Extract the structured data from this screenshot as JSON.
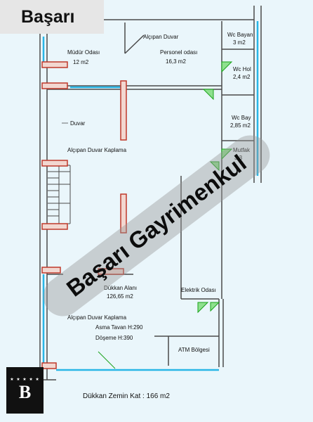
{
  "brand": {
    "name": "Başarı",
    "logo_letter": "B",
    "logo_stars": "★ ★ ★ ★ ★"
  },
  "watermark": {
    "text": "Başarı Gayrimenkul"
  },
  "floor_total": "Dükkan Zemin Kat : 166 m2",
  "rooms": {
    "mudur": {
      "name": "Müdür Odası",
      "area": "12 m2"
    },
    "personel": {
      "name": "Personel odası",
      "area": "16,3 m2"
    },
    "wc_bayan": {
      "name": "Wc Bayan",
      "area": "3 m2"
    },
    "wc_hol": {
      "name": "Wc Hol",
      "area": "2,4 m2"
    },
    "wc_bay": {
      "name": "Wc Bay",
      "area": "2,85 m2"
    },
    "mutfak": {
      "name": "Mutfak",
      "area": "3,3"
    },
    "dukkan": {
      "name": "Dükkan Alanı",
      "area": "126,65 m2"
    },
    "elektrik": {
      "name": "Elektrik Odası"
    },
    "atm": {
      "name": "ATM Bölgesi"
    }
  },
  "notes": {
    "alcipan_duvar": "Alçıpan Duvar",
    "duvar": "Duvar",
    "kaplama_upper": "Alçıpan Duvar Kaplama",
    "kaplama_lower": "Alçıpan Duvar Kaplama",
    "asma_tavan": "Asma Tavan H:290",
    "doseme": "Döşeme H:390"
  },
  "colors": {
    "background": "#eaf6fb",
    "wall": "#4a4a4a",
    "column": "#c0392b",
    "glass": "#29b6e6",
    "door_fill": "#8ee08e",
    "door_line": "#1aa31a"
  }
}
